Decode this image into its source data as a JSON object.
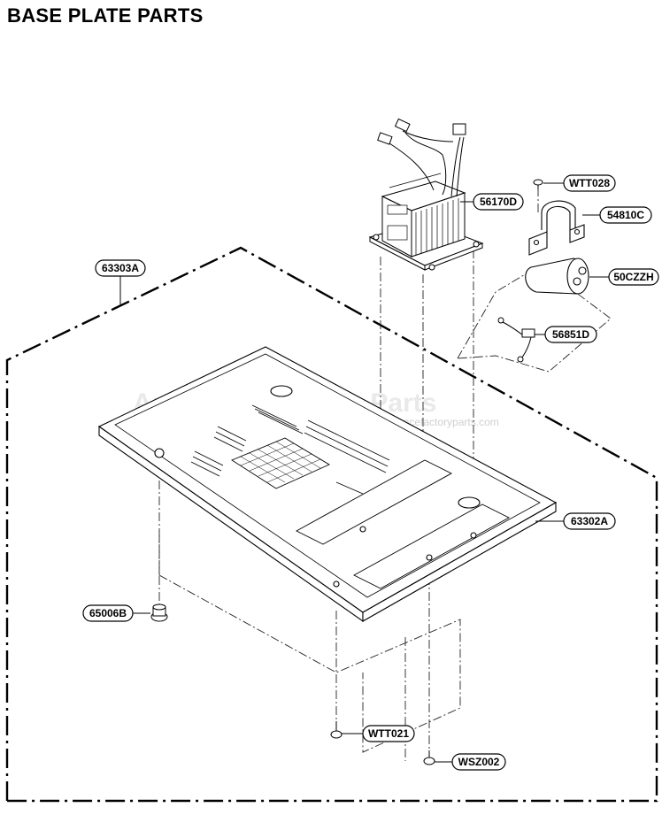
{
  "title": "BASE PLATE PARTS",
  "watermark": {
    "main": "Appliance Factory Parts",
    "sub": "www.appliancefactoryparts.com"
  },
  "parts": [
    {
      "id": "wtt028",
      "label": "WTT028"
    },
    {
      "id": "56170d",
      "label": "56170D"
    },
    {
      "id": "54810c",
      "label": "54810C"
    },
    {
      "id": "63303a",
      "label": "63303A"
    },
    {
      "id": "50czzh",
      "label": "50CZZH"
    },
    {
      "id": "56851d",
      "label": "56851D"
    },
    {
      "id": "63302a",
      "label": "63302A"
    },
    {
      "id": "65006b",
      "label": "65006B"
    },
    {
      "id": "wtt021",
      "label": "WTT021"
    },
    {
      "id": "wsz002",
      "label": "WSZ002"
    }
  ]
}
